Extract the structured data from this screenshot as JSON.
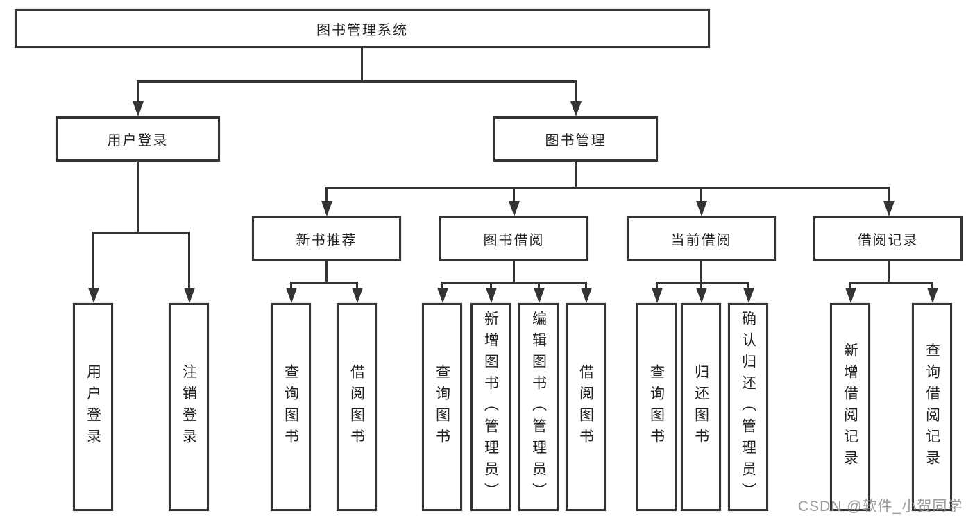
{
  "diagram": {
    "title": "图书管理系统",
    "root": {
      "label": "图书管理系统"
    },
    "level2": [
      {
        "label": "用户登录"
      },
      {
        "label": "图书管理"
      }
    ],
    "level3": [
      {
        "label": "新书推荐"
      },
      {
        "label": "图书借阅"
      },
      {
        "label": "当前借阅"
      },
      {
        "label": "借阅记录"
      }
    ],
    "leaves": [
      {
        "label": "用户登录",
        "parent": "用户登录"
      },
      {
        "label": "注销登录",
        "parent": "用户登录"
      },
      {
        "label": "查询图书",
        "parent": "新书推荐"
      },
      {
        "label": "借阅图书",
        "parent": "新书推荐"
      },
      {
        "label": "查询图书",
        "parent": "图书借阅"
      },
      {
        "label": "新增图书（管理员）",
        "parent": "图书借阅"
      },
      {
        "label": "编辑图书（管理员）",
        "parent": "图书借阅"
      },
      {
        "label": "借阅图书",
        "parent": "图书借阅"
      },
      {
        "label": "查询图书",
        "parent": "当前借阅"
      },
      {
        "label": "归还图书",
        "parent": "当前借阅"
      },
      {
        "label": "确认归还（管理员）",
        "parent": "当前借阅"
      },
      {
        "label": "新增借阅记录",
        "parent": "借阅记录"
      },
      {
        "label": "查询借阅记录",
        "parent": "借阅记录"
      }
    ],
    "watermark": "CSDN @软件_小贺同学",
    "colors": {
      "line": "#333333",
      "text": "#222222",
      "background": "#ffffff",
      "watermark": "#9b9b9b"
    }
  }
}
